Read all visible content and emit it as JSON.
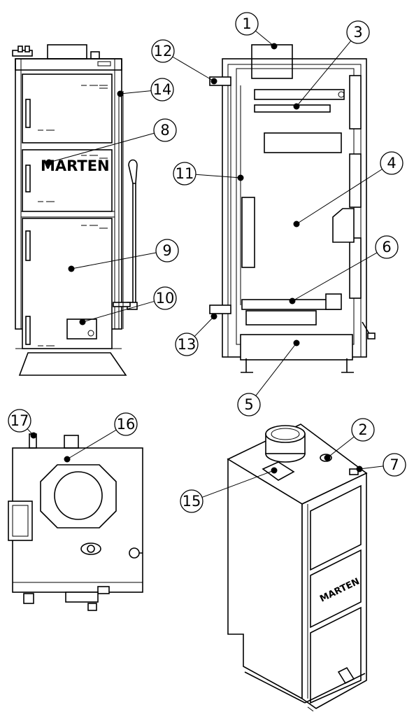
{
  "brand_label": "MARTEN",
  "callouts": [
    {
      "id": "1",
      "label": "1"
    },
    {
      "id": "2",
      "label": "2"
    },
    {
      "id": "3",
      "label": "3"
    },
    {
      "id": "4",
      "label": "4"
    },
    {
      "id": "5",
      "label": "5"
    },
    {
      "id": "6",
      "label": "6"
    },
    {
      "id": "7",
      "label": "7"
    },
    {
      "id": "8",
      "label": "8"
    },
    {
      "id": "9",
      "label": "9"
    },
    {
      "id": "10",
      "label": "10"
    },
    {
      "id": "11",
      "label": "11"
    },
    {
      "id": "12",
      "label": "12"
    },
    {
      "id": "13",
      "label": "13"
    },
    {
      "id": "14",
      "label": "14"
    },
    {
      "id": "15",
      "label": "15"
    },
    {
      "id": "16",
      "label": "16"
    },
    {
      "id": "17",
      "label": "17"
    }
  ]
}
